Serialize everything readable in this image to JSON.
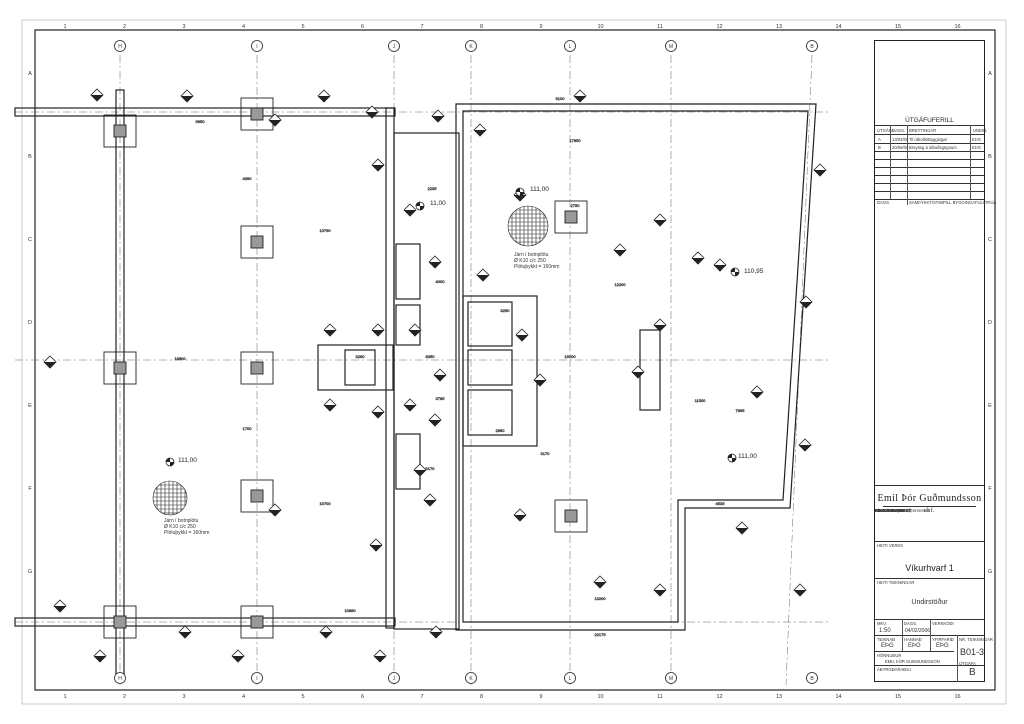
{
  "grid": {
    "columns_top": [
      "1",
      "2",
      "3",
      "4",
      "5",
      "6",
      "7",
      "8",
      "9",
      "10",
      "11",
      "12",
      "13",
      "14",
      "15",
      "16"
    ],
    "rows_side": [
      "A",
      "B",
      "C",
      "D",
      "E",
      "F",
      "G"
    ],
    "axes_letters": [
      "H",
      "I",
      "J",
      "K",
      "L",
      "M",
      "B"
    ]
  },
  "plan": {
    "elevations": [
      "111,00",
      "11,00",
      "110,95",
      "111,00"
    ],
    "slab_note_left": [
      "Járn í botnplötu",
      "Ø K10 c/c 250",
      "Plötuþykkt = 160mm"
    ],
    "slab_note_right": [
      "Járn í botnplötu",
      "Ø K10 c/c 250",
      "Plötuþykkt = 160mm"
    ],
    "dims": [
      "6950",
      "18800",
      "10790",
      "10700",
      "4390",
      "1700",
      "2235",
      "12200",
      "6100",
      "16000",
      "8350",
      "9170",
      "3260",
      "13200",
      "11500",
      "7895",
      "2890",
      "17850",
      "22175",
      "10880",
      "3785",
      "4000",
      "8250",
      "2750",
      "3170",
      "4535"
    ]
  },
  "title_block": {
    "revision_title": "ÚTGÁFUFERILL",
    "revision_headers": [
      "ÚTGÁFA",
      "DAGS.",
      "BREYTINGAR",
      "UNDIR."
    ],
    "revision_rows": [
      [
        "A",
        "13/03/06",
        "Til útboðs/Byggingar",
        "EÞG"
      ],
      [
        "B",
        "20/06/06",
        "Breyting á útboðsgögnum",
        "EÞG"
      ]
    ],
    "dags_label": "DAGS.",
    "samthykkt_label": "SAMÞYKKT/STIMPILL BYGGINGAFULLTRÚA",
    "company": "Emil Þór Guðmundsson",
    "company_suffix": "ehf.",
    "address": [
      "LÆKJAHJALLA 25",
      "200 KÓPAVOGUR",
      "SÍMI: 564 4064",
      "GSM: 698 0617",
      "NETFANG: ptsvd@simnet.is",
      "Kt: 240406-3480"
    ],
    "project_label": "HEITI VERKS",
    "project": "Víkurhvarf 1",
    "drawing_label": "HEITI TEIKNINGAR",
    "drawing": "Undirstöður",
    "scale_label": "MKV.",
    "scale": "1:50",
    "date_label": "DAGS.",
    "date": "04/02/2006",
    "teiknad_label": "TEIKNAÐ",
    "teiknad": "EÞG",
    "hannad_label": "HANNAÐ",
    "hannad": "EÞG",
    "yfirfarid_label": "YFIRFARIÐ",
    "yfirfarid": "EÞG",
    "nr_label": "NR. TEIKNINGAR",
    "sheet_no": "B01-3",
    "utgafa_label": "ÚTGÁFA",
    "revision": "B",
    "hönnudur_label": "HÖNNUÐUR",
    "hönnudur": "EMIL ÞÓR GUÐMUNDSSON",
    "verk_label": "VERKKÓÐI",
    "abyrgd_label": "ÁBYRGÐARAÐILI"
  },
  "colors": {
    "line": "#222222",
    "grid": "#555555",
    "paper": "#ffffff"
  }
}
